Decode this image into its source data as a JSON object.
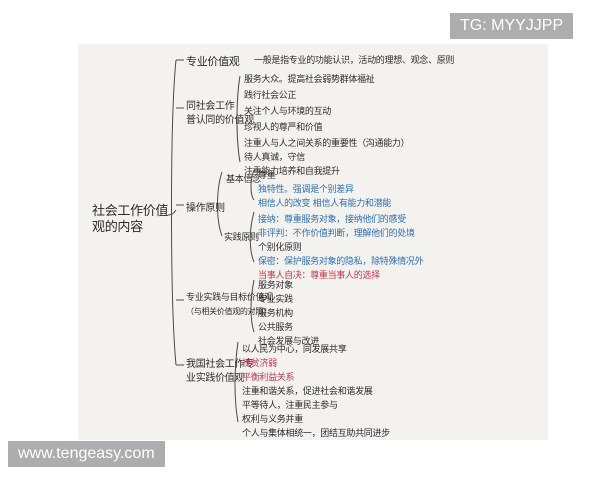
{
  "watermarks": {
    "top_right": "TG: MYYJJPP",
    "bottom_left": "www.tengeasy.com"
  },
  "mindmap": {
    "central": [
      "社会工作价值",
      "观的内容"
    ],
    "b1": {
      "label": "专业价值观",
      "detail": "一般是指专业的功能认识，活动的理想、观念、原则"
    },
    "b2": {
      "label": [
        "同社会工作",
        "普认同的价值观"
      ],
      "items": [
        "服务大众。提高社会弱势群体福祉",
        "践行社会公正",
        "关注个人与环境的互动",
        "珍视人的尊严和价值",
        "注重人与人之间关系的重要性（沟通能力）",
        "待人真诚，守信",
        "注重能力培养和自我提升"
      ]
    },
    "b3": {
      "label": "操作原则",
      "basic": {
        "label": "基本信念",
        "items": [
          "尊重",
          "独特性。强调是个别差异",
          "相信人的改变 相信人有能力和潜能"
        ]
      },
      "practice": {
        "label": "实践原则",
        "items": [
          "接纳：尊重服务对象，接纳他们的感受",
          "非评判：不作价值判断，理解他们的处境",
          "个别化原则",
          "保密：保护服务对象的隐私，除特殊情况外",
          "当事人自决：尊重当事人的选择"
        ]
      }
    },
    "b4": {
      "label": [
        "专业实践与目标价值观",
        "（与相关价值观的对照）"
      ],
      "items": [
        "服务对象",
        "专业实践",
        "服务机构",
        "公共服务",
        "社会发展与改进"
      ]
    },
    "b5": {
      "label": [
        "我国社会工作专",
        "业实践价值观"
      ],
      "items": [
        "以人民为中心，同发展共享",
        "扶贫济弱",
        "平衡利益关系",
        "注重和谐关系，促进社会和谐发展",
        "平等待人，注重民主参与",
        "权利与义务并重",
        "个人与集体相统一，团结互助共同进步"
      ]
    }
  }
}
